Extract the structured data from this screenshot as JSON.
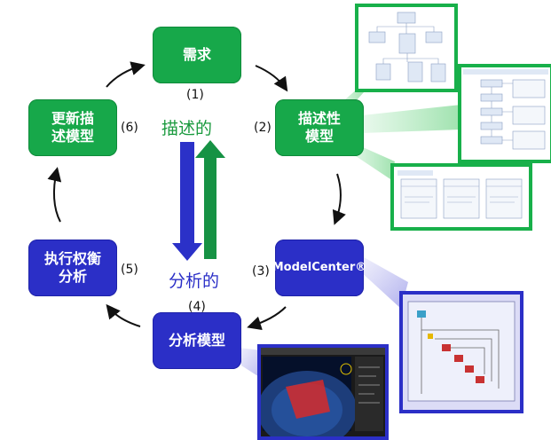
{
  "nodes": {
    "requirements": "需求",
    "descriptive_model": "描述性\n模型",
    "modelcenter": "ModelCenter®",
    "analysis_model": "分析模型",
    "execute_tradeoff": "执行权衡\n分析",
    "update_descriptive_model": "更新描\n述模型"
  },
  "steps": [
    "(1)",
    "(2)",
    "(3)",
    "(4)",
    "(5)",
    "(6)"
  ],
  "center": {
    "descriptive": "描述的",
    "analytical": "分析的"
  },
  "colors": {
    "green": "#17a84a",
    "blue": "#2b2fc7",
    "arrow_blue": "#2b31c8",
    "arrow_green": "#169244"
  }
}
